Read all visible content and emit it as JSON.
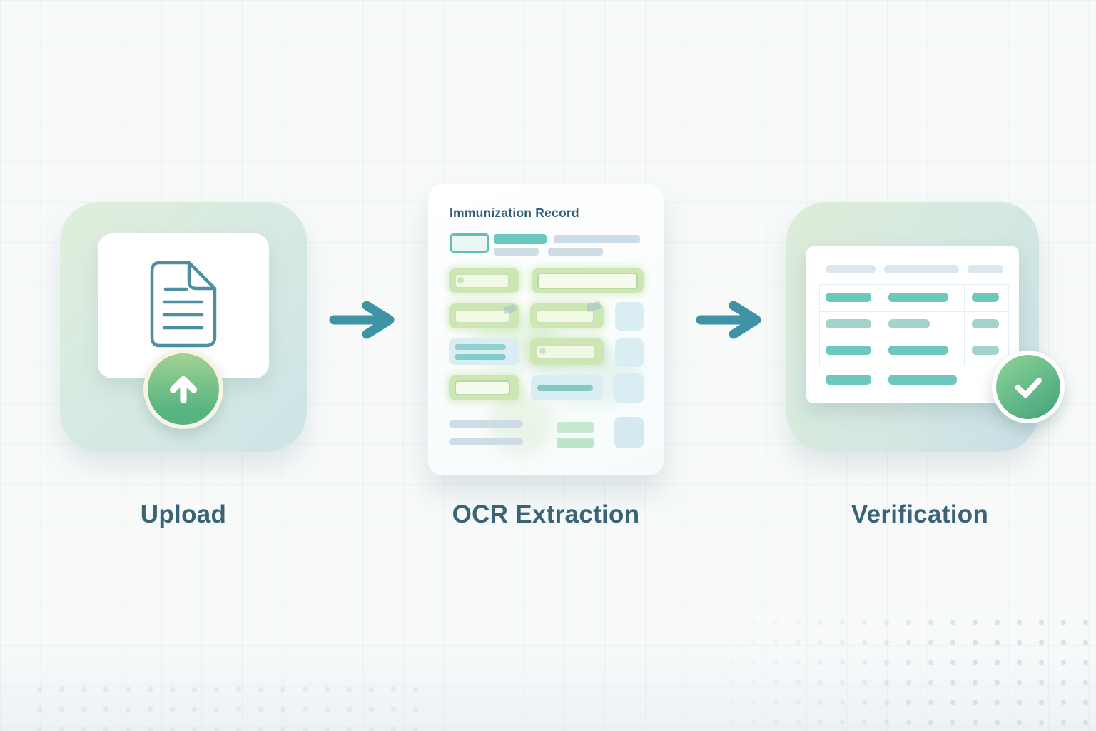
{
  "workflow": {
    "steps": [
      {
        "id": "upload",
        "label": "Upload"
      },
      {
        "id": "ocr-extraction",
        "label": "OCR Extraction",
        "document_title": "Immunization Record"
      },
      {
        "id": "verification",
        "label": "Verification"
      }
    ]
  },
  "colors": {
    "arrow_teal": "#3e93a5",
    "label_text": "#3a6476",
    "document_stroke": "#4d8fa0",
    "highlight_green": "#cde7b4",
    "success_green": "#57b481",
    "bar_teal": "#6cc8bc",
    "bar_gray": "#cedde5",
    "tile_gradient_start": "#e0eeda",
    "tile_gradient_end": "#cde3e6"
  }
}
